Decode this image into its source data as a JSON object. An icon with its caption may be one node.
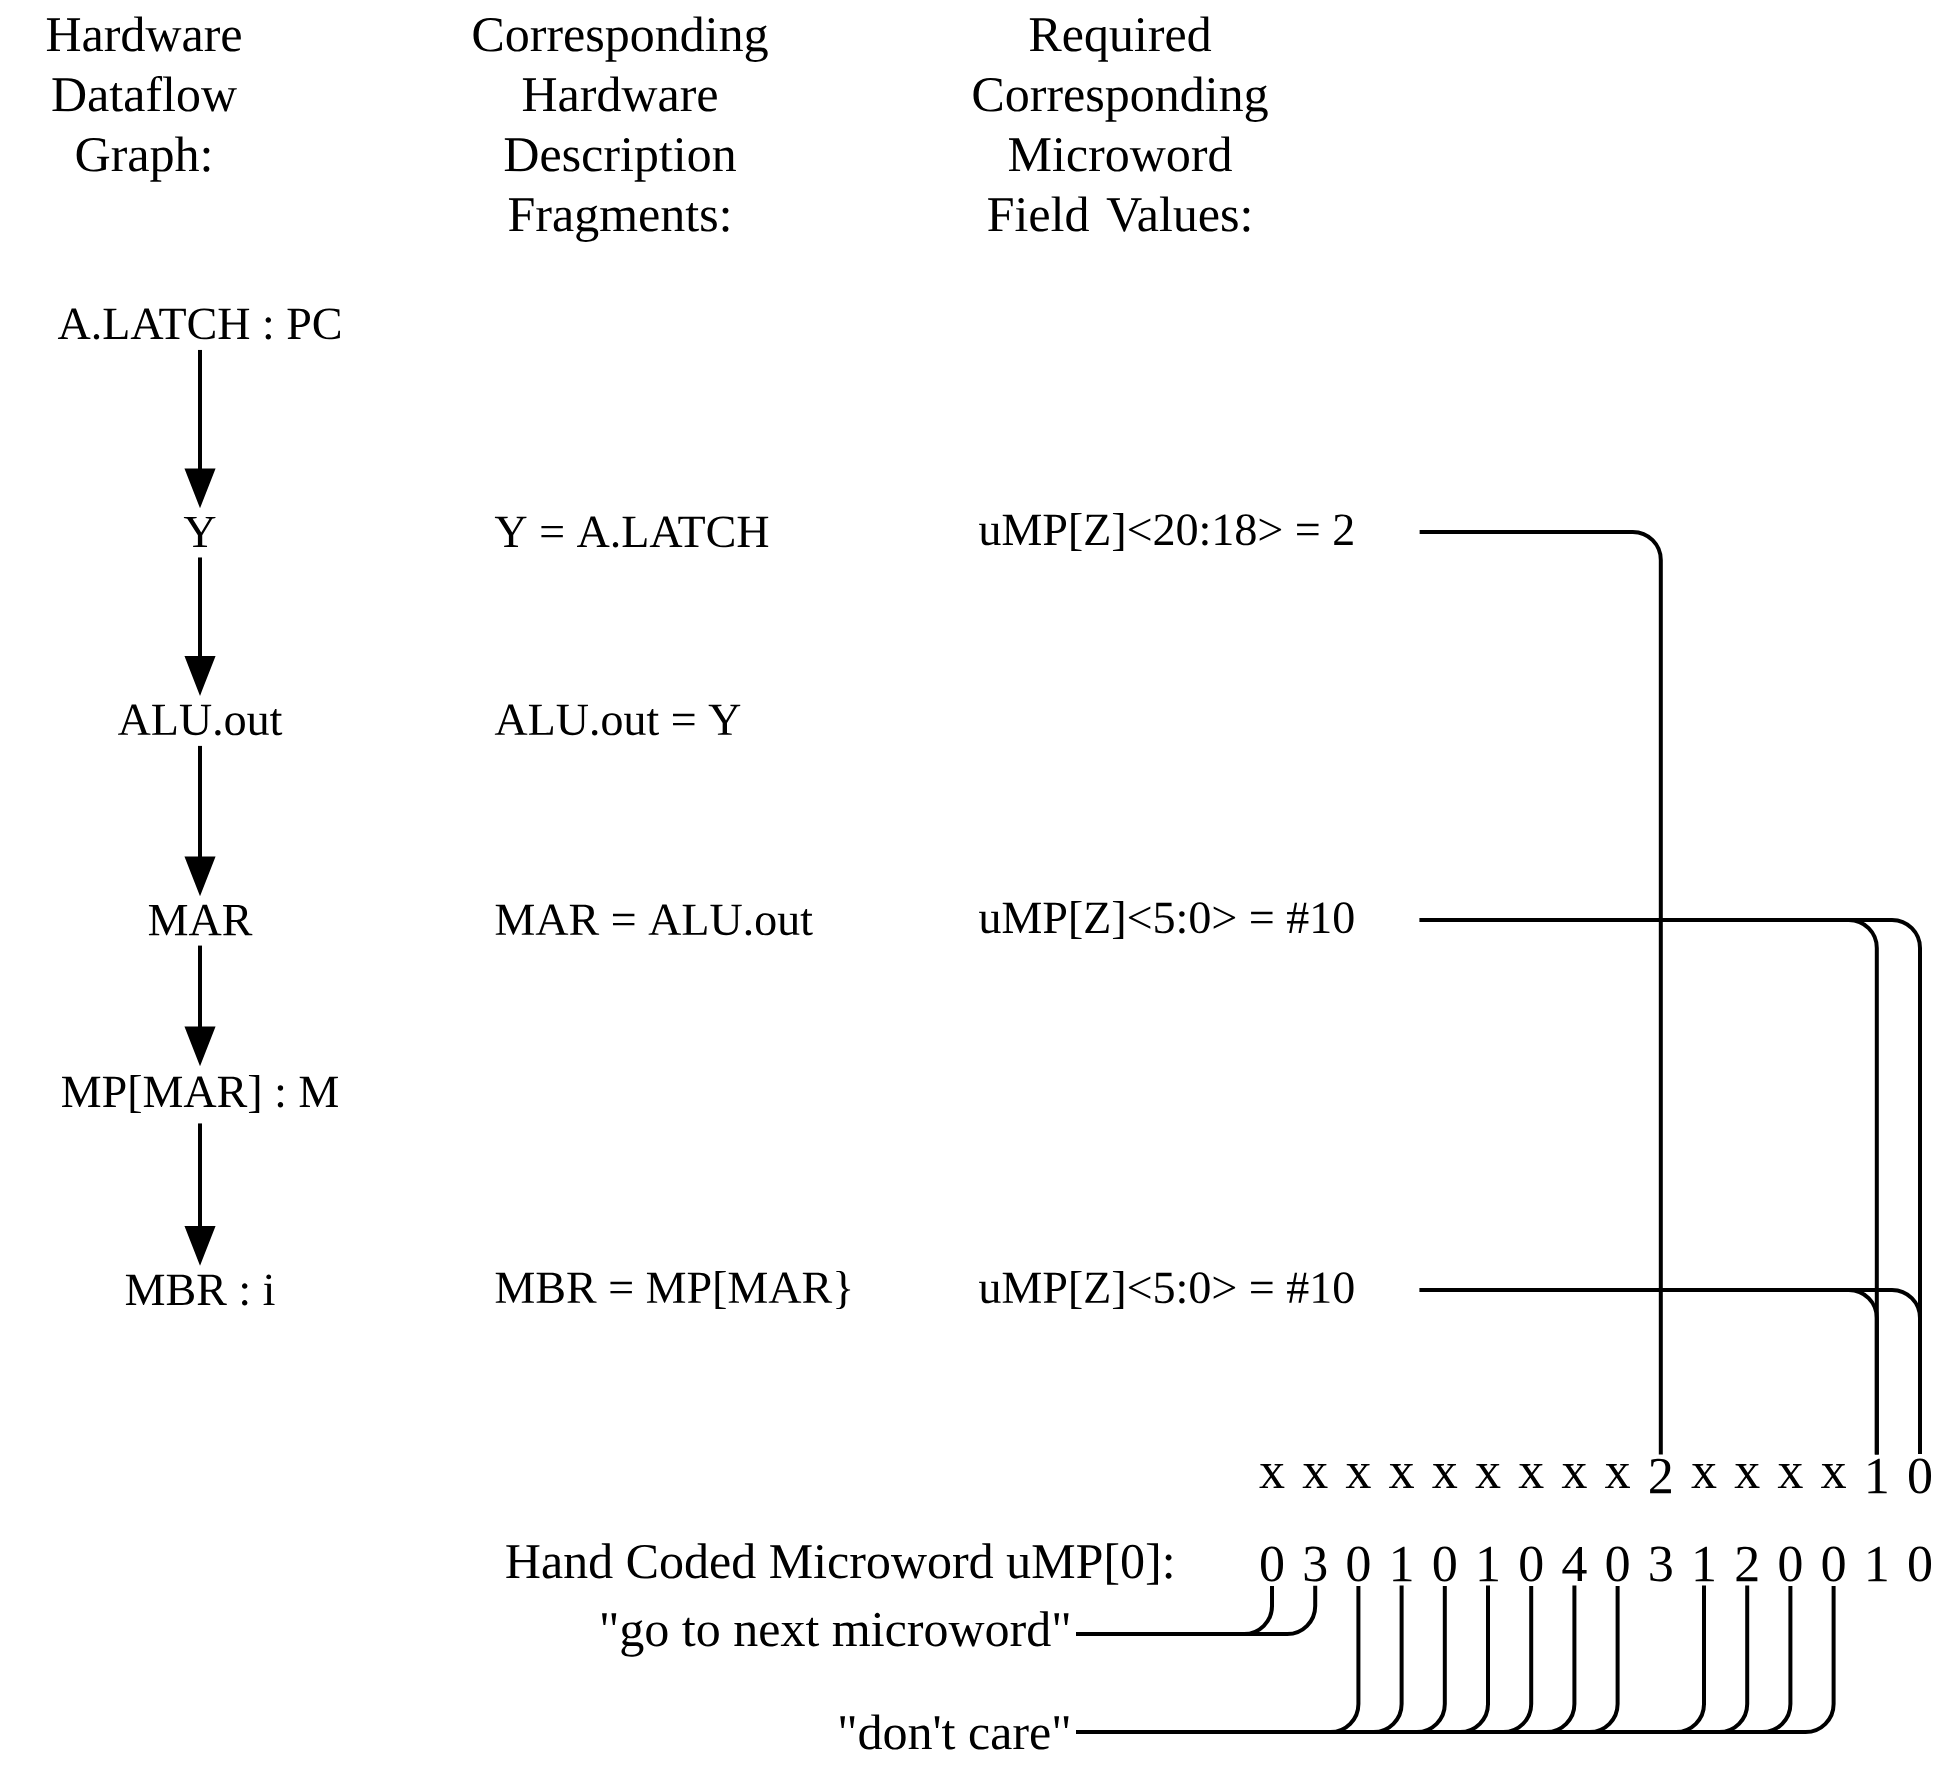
{
  "diagram": {
    "nodes": [
      {
        "text": [
          "A.LATCH : PC"
        ]
      },
      {
        "text": [
          "Y"
        ]
      },
      {
        "text": [
          "ALU.out"
        ]
      },
      {
        "text": [
          "MAR"
        ]
      },
      {
        "text": [
          "MP[MAR] : M"
        ]
      },
      {
        "text": [
          "MBR : i"
        ]
      },
      {
        "text": [
          "uMP[Z]<20:18> = 2"
        ]
      },
      {
        "text": [
          "uMP[Z]<5:0> = #10"
        ]
      },
      {
        "text": [
          "uMP[Z]<5:0> = #10"
        ]
      },
      {
        "text": [
          "2"
        ]
      },
      {
        "text": [
          "1"
        ]
      },
      {
        "text": [
          "0"
        ]
      },
      {
        "text": [
          "0"
        ]
      },
      {
        "text": [
          "3"
        ]
      },
      {
        "text": [
          "0"
        ]
      },
      {
        "text": [
          "1"
        ]
      },
      {
        "text": [
          "0"
        ]
      },
      {
        "text": [
          "1"
        ]
      },
      {
        "text": [
          "0"
        ]
      },
      {
        "text": [
          "4"
        ]
      },
      {
        "text": [
          "0"
        ]
      },
      {
        "text": [
          "1"
        ]
      },
      {
        "text": [
          "2"
        ]
      },
      {
        "text": [
          "0"
        ]
      },
      {
        "text": [
          "0"
        ]
      },
      {
        "text": [
          "\"go to next microword\""
        ]
      },
      {
        "text": [
          "\"don't care\""
        ]
      }
    ],
    "edges": [
      {
        "from": 0,
        "to": 1,
        "arrow": "to"
      },
      {
        "from": 1,
        "to": 2,
        "arrow": "to"
      },
      {
        "from": 2,
        "to": 3,
        "arrow": "to"
      },
      {
        "from": 3,
        "to": 4,
        "arrow": "to"
      },
      {
        "from": 4,
        "to": 5,
        "arrow": "to"
      },
      {
        "from": 6,
        "to": 9,
        "arrow": "none"
      },
      {
        "from": 7,
        "to": 10,
        "arrow": "none"
      },
      {
        "from": 7,
        "to": 11,
        "arrow": "none"
      },
      {
        "from": 8,
        "to": 10,
        "arrow": "none"
      },
      {
        "from": 8,
        "to": 11,
        "arrow": "none"
      },
      {
        "from": 12,
        "to": 25,
        "arrow": "none"
      },
      {
        "from": 13,
        "to": 25,
        "arrow": "none"
      },
      {
        "from": 14,
        "to": 26,
        "arrow": "none"
      },
      {
        "from": 15,
        "to": 26,
        "arrow": "none"
      },
      {
        "from": 16,
        "to": 26,
        "arrow": "none"
      },
      {
        "from": 17,
        "to": 26,
        "arrow": "none"
      },
      {
        "from": 18,
        "to": 26,
        "arrow": "none"
      },
      {
        "from": 19,
        "to": 26,
        "arrow": "none"
      },
      {
        "from": 20,
        "to": 26,
        "arrow": "none"
      },
      {
        "from": 21,
        "to": 26,
        "arrow": "none"
      },
      {
        "from": 22,
        "to": 26,
        "arrow": "none"
      },
      {
        "from": 23,
        "to": 26,
        "arrow": "none"
      },
      {
        "from": 24,
        "to": 26,
        "arrow": "none"
      }
    ],
    "labels": [
      "Hardware Dataflow Graph:",
      "Corresponding Hardware Description Fragments:",
      "Required Corresponding Microword Field Values:",
      "Y = A.LATCH",
      "ALU.out = Y",
      "MAR = ALU.out",
      "MBR = MP[MAR}",
      "x",
      "x",
      "x",
      "x",
      "x",
      "x",
      "x",
      "x",
      "x",
      "x",
      "x",
      "x",
      "x",
      "Hand Coded Microword uMP[0]:",
      "3",
      "1",
      "0"
    ]
  }
}
